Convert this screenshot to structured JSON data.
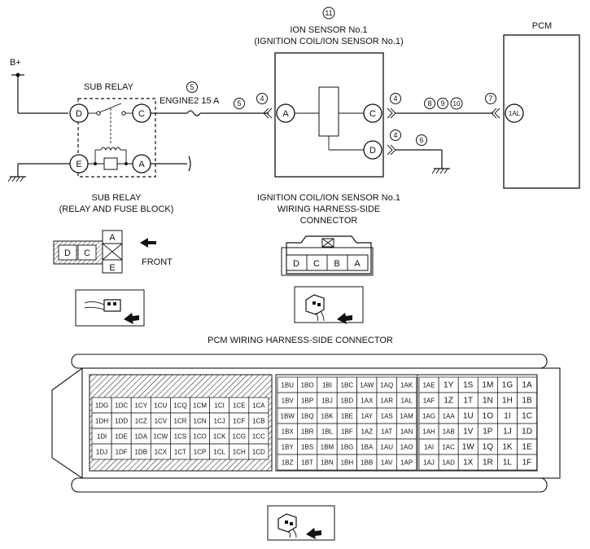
{
  "labels": {
    "b_plus": "B+",
    "sub_relay_top": "SUB RELAY",
    "fuse": "ENGINE2 15 A",
    "ion_sensor_title1": "ION SENSOR No.1",
    "ion_sensor_title2": "(IGNITION COIL/ION SENSOR No.1)",
    "pcm": "PCM",
    "sub_relay_bottom1": "SUB RELAY",
    "sub_relay_bottom2": "(RELAY AND FUSE BLOCK)",
    "coil_conn1": "IGNITION COIL/ION SENSOR No.1",
    "coil_conn2": "WIRING HARNESS-SIDE",
    "coil_conn3": "CONNECTOR",
    "front": "FRONT",
    "pcm_conn": "PCM WIRING HARNESS-SIDE CONNECTOR"
  },
  "sub_relay_pins": {
    "d": "D",
    "c": "C",
    "e": "E",
    "a": "A"
  },
  "ion_pins": {
    "a": "A",
    "c": "C",
    "d": "D"
  },
  "pcm_pin": "1AL",
  "callouts": {
    "c11": "11",
    "c5a": "5",
    "c5b": "5",
    "c4a": "4",
    "c4b": "4",
    "c4c": "4",
    "c6": "6",
    "c8": "8",
    "c9": "9",
    "c10": "10",
    "c7": "7"
  },
  "relay_connector_face": {
    "top": "A",
    "bottom": "E",
    "left1": "D",
    "left2": "C"
  },
  "coil_connector_face": [
    "D",
    "C",
    "B",
    "A"
  ],
  "pcm_connector": {
    "block_left": [
      [
        "1DG",
        "1DC",
        "1CY",
        "1CU",
        "1CQ",
        "1CM",
        "1CI",
        "1CE",
        "1CA"
      ],
      [
        "1DH",
        "1DD",
        "1CZ",
        "1CV",
        "1CR",
        "1CN",
        "1CJ",
        "1CF",
        "1CB"
      ],
      [
        "1DI",
        "1DE",
        "1DA",
        "1CW",
        "1CS",
        "1CO",
        "1CK",
        "1CG",
        "1CC"
      ],
      [
        "1DJ",
        "1DF",
        "1DB",
        "1CX",
        "1CT",
        "1CP",
        "1CL",
        "1CH",
        "1CD"
      ]
    ],
    "block_mid": [
      [
        "1BU",
        "1BO",
        "1BI",
        "1BC",
        "1AW",
        "1AQ",
        "1AK"
      ],
      [
        "1BV",
        "1BP",
        "1BJ",
        "1BD",
        "1AX",
        "1AR",
        "1AL"
      ],
      [
        "1BW",
        "1BQ",
        "1BK",
        "1BE",
        "1AY",
        "1AS",
        "1AM"
      ],
      [
        "1BX",
        "1BR",
        "1BL",
        "1BF",
        "1AZ",
        "1AT",
        "1AN"
      ],
      [
        "1BY",
        "1BS",
        "1BM",
        "1BG",
        "1BA",
        "1AU",
        "1AO"
      ],
      [
        "1BZ",
        "1BT",
        "1BN",
        "1BH",
        "1BB",
        "1AV",
        "1AP"
      ]
    ],
    "block_right": [
      [
        "1AE",
        "1Y",
        "1S",
        "1M",
        "1G",
        "1A"
      ],
      [
        "1AF",
        "1Z",
        "1T",
        "1N",
        "1H",
        "1B"
      ],
      [
        "1AG",
        "1AA",
        "1U",
        "1O",
        "1I",
        "1C"
      ],
      [
        "1AH",
        "1AB",
        "1V",
        "1P",
        "1J",
        "1D"
      ],
      [
        "1AI",
        "1AC",
        "1W",
        "1Q",
        "1K",
        "1E"
      ],
      [
        "1AJ",
        "1AD",
        "1X",
        "1R",
        "1L",
        "1F"
      ]
    ]
  }
}
